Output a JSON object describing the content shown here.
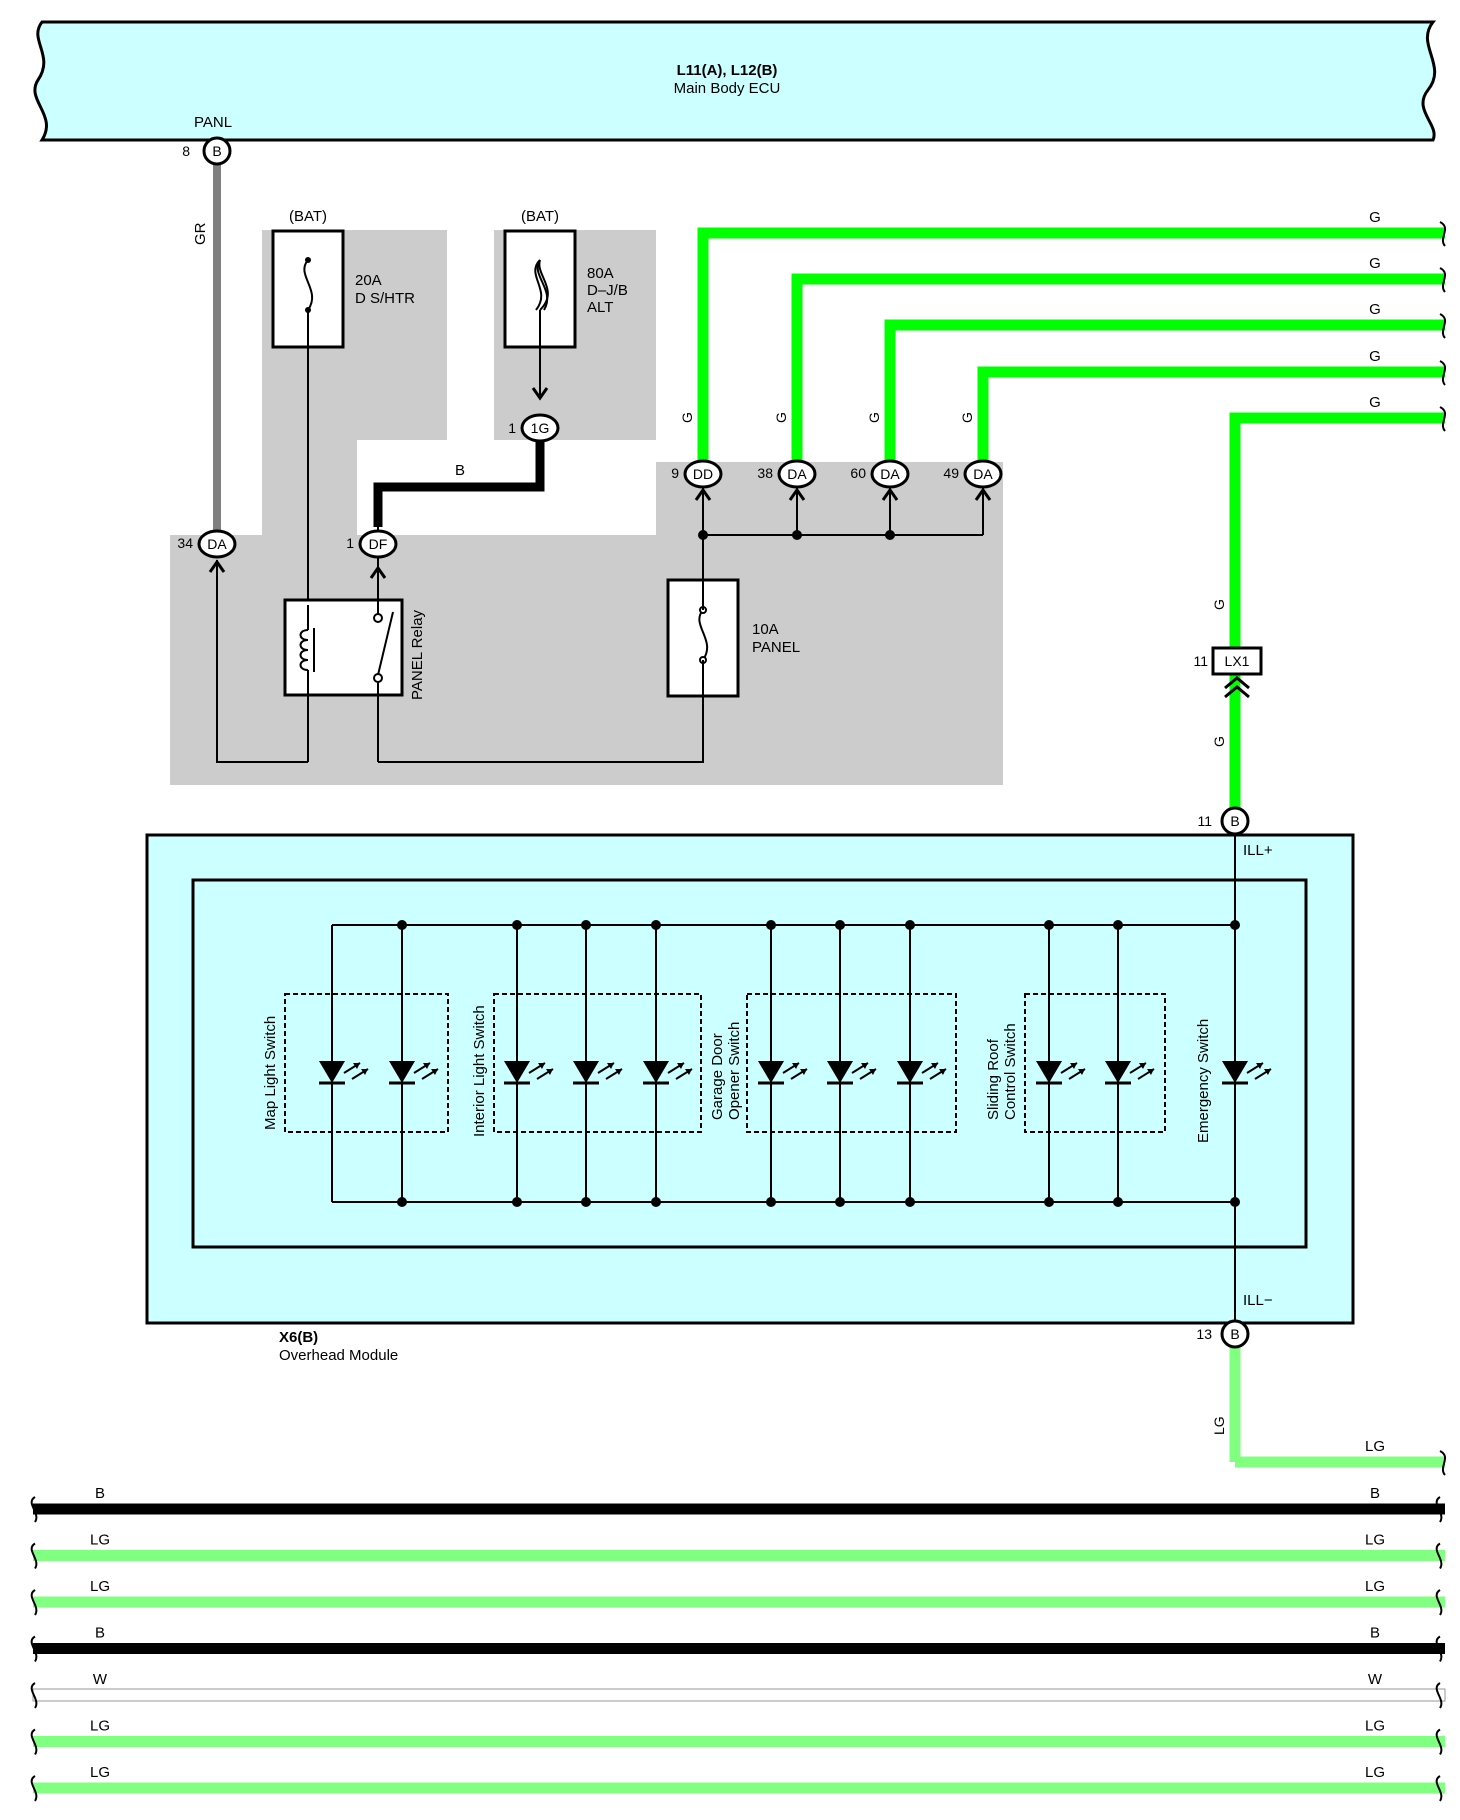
{
  "ecu": {
    "title": "L11(A), L12(B)",
    "subtitle": "Main Body ECU"
  },
  "ecu_terminal": {
    "name": "PANL",
    "pin": "8",
    "connector": "B"
  },
  "wire_gr": "GR",
  "fuse_dshtr": {
    "source": "(BAT)",
    "rating": "20A",
    "name": "D S/HTR"
  },
  "fuse_alt": {
    "source": "(BAT)",
    "rating": "80A",
    "name": "D–J/B",
    "name2": "ALT"
  },
  "conn_1g": {
    "pin": "1",
    "id": "1G"
  },
  "wire_b": "B",
  "relay": {
    "name": "PANEL Relay"
  },
  "conn_34da": {
    "pin": "34",
    "id": "DA"
  },
  "conn_1df": {
    "pin": "1",
    "id": "DF"
  },
  "conn_9dd": {
    "pin": "9",
    "id": "DD"
  },
  "conn_38da": {
    "pin": "38",
    "id": "DA"
  },
  "conn_60da": {
    "pin": "60",
    "id": "DA"
  },
  "conn_49da": {
    "pin": "49",
    "id": "DA"
  },
  "fuse_panel": {
    "rating": "10A",
    "name": "PANEL"
  },
  "green_wire": "G",
  "lx1": {
    "pin": "11",
    "id": "LX1"
  },
  "module": {
    "code": "X6(B)",
    "name": "Overhead Module",
    "pin_in": "11",
    "pin_out": "13",
    "conn": "B",
    "ill_plus": "ILL+",
    "ill_minus": "ILL−"
  },
  "switches": {
    "map": "Map Light Switch",
    "interior": "Interior Light Switch",
    "garage1": "Garage Door",
    "garage2": "Opener Switch",
    "sliding1": "Sliding Roof",
    "sliding2": "Control Switch",
    "emergency": "Emergency Switch"
  },
  "wire_lg": "LG",
  "bottom_wires": [
    {
      "label": "B",
      "color": "#000000"
    },
    {
      "label": "LG",
      "color": "#80ff80"
    },
    {
      "label": "LG",
      "color": "#80ff80"
    },
    {
      "label": "B",
      "color": "#000000"
    },
    {
      "label": "W",
      "color": "#ffffff"
    },
    {
      "label": "LG",
      "color": "#80ff80"
    },
    {
      "label": "LG",
      "color": "#80ff80"
    }
  ],
  "colors": {
    "ecu_fill": "#ccffff",
    "module_fill": "#ccffff",
    "junction_block": "#cccccc",
    "green": "#00ff00",
    "light_green": "#80ff80",
    "gray_wire": "#808080"
  }
}
